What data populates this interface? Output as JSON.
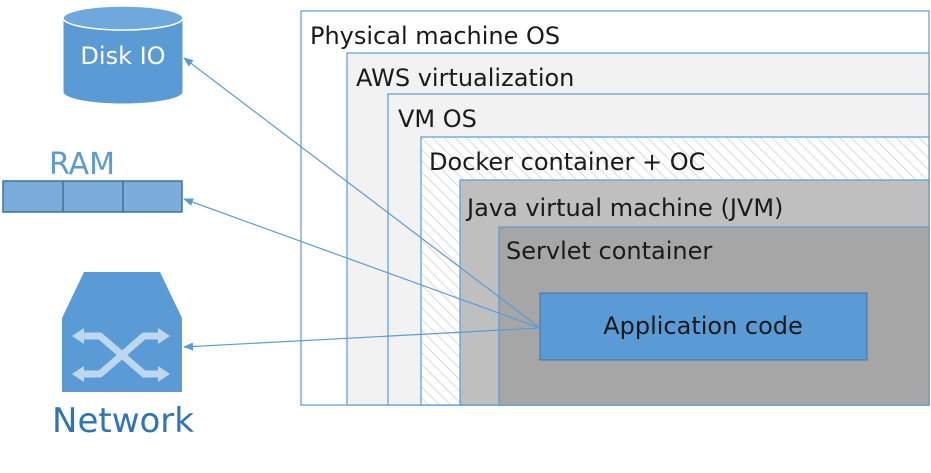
{
  "colors": {
    "accent_blue": "#5b9bd5",
    "box_border": "#5b9bd5",
    "physical_fill": "#ffffff",
    "aws_fill": "#f2f2f2",
    "vmos_fill": "#f2f2f2",
    "docker_fill": "#ffffff",
    "docker_hatch": "#d9d9d9",
    "jvm_fill": "#bfbfbf",
    "servlet_fill": "#a6a6a6",
    "app_fill": "#5b9bd5",
    "text_dark": "#1a1a1a",
    "label_blue": "#2e75b6"
  },
  "resources": {
    "disk": {
      "label": "Disk IO",
      "icon": "database-cylinder-icon"
    },
    "ram": {
      "label": "RAM",
      "icon": "memory-bar-icon"
    },
    "network": {
      "label": "Network",
      "icon": "network-switch-icon"
    }
  },
  "layers": {
    "physical": "Physical machine OS",
    "aws": "AWS virtualization",
    "vmos": "VM OS",
    "docker": "Docker container + OC",
    "jvm": "Java virtual machine (JVM)",
    "servlet": "Servlet container"
  },
  "app": {
    "label": "Application code"
  }
}
